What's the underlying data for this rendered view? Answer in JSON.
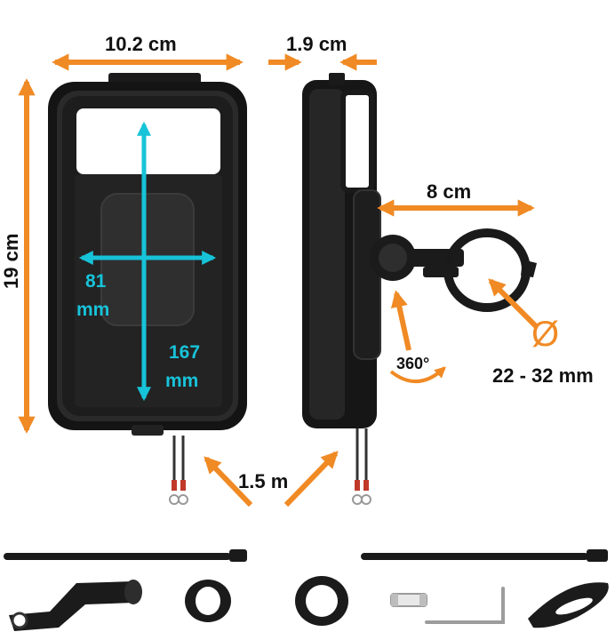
{
  "dimensions": {
    "width": "10.2 cm",
    "depth": "1.9 cm",
    "height": "19 cm",
    "arm_length": "8 cm",
    "inner_width_a": "81",
    "inner_width_b": "mm",
    "inner_height_a": "167",
    "inner_height_b": "mm",
    "cable_length": "1.5 m",
    "rotation": "360°",
    "clamp_symbol": "Ø",
    "clamp_range": "22 - 32 mm"
  },
  "colors": {
    "dimension_arrow": "#f08a24",
    "inner_arrow": "#17c3d9",
    "product": "#1a1a1a"
  },
  "icons": {
    "rotation": "rotate-360-icon",
    "diameter": "diameter-icon"
  }
}
